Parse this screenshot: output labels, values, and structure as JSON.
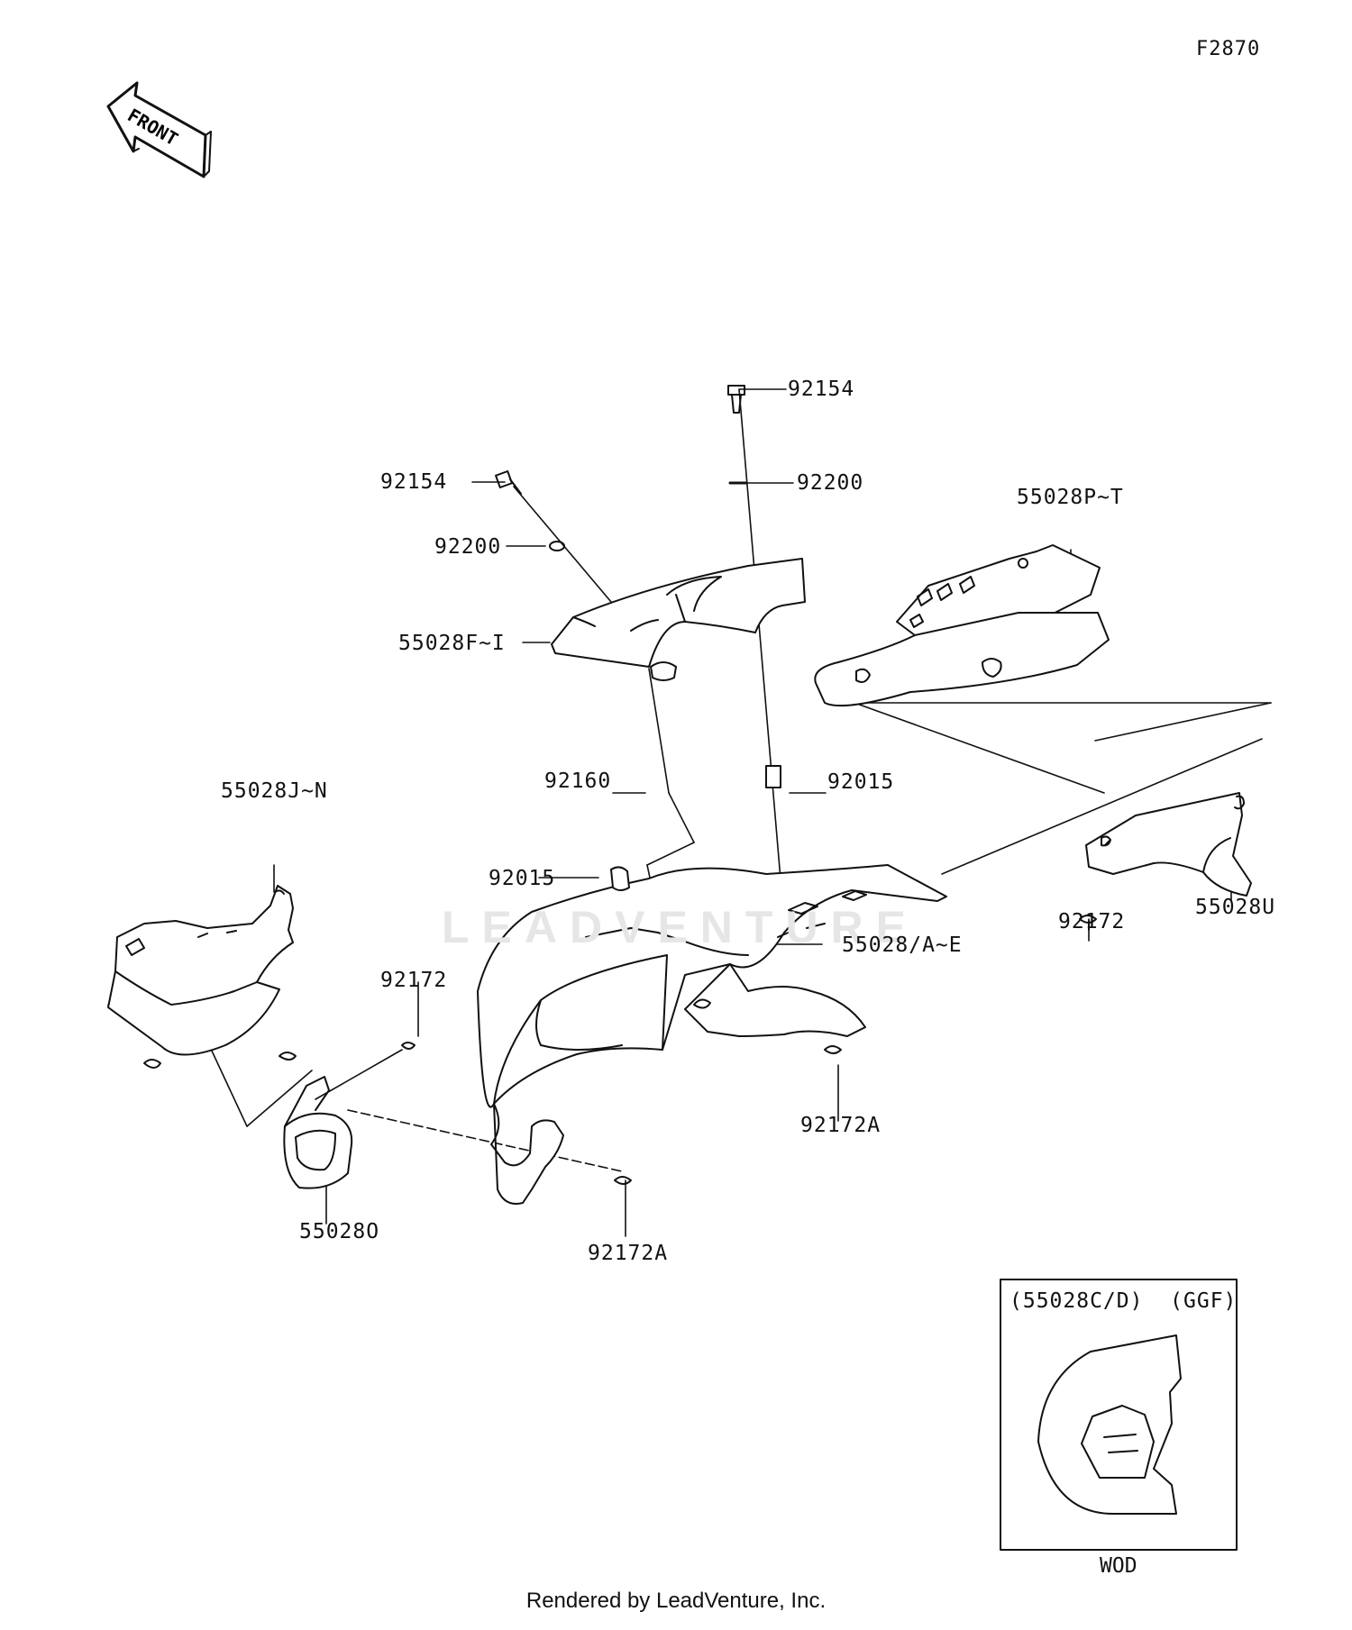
{
  "figure_id": "F2870",
  "front_arrow_label": "FRONT",
  "watermark_text": "LEADVENTURE",
  "parts": {
    "bolt_top": "92154",
    "washer_top": "92200",
    "bolt_left": "92154",
    "washer_left": "92200",
    "upper_cowl": "55028F~I",
    "side_cover_right": "55028P~T",
    "grommet": "92160",
    "nut_center": "92015",
    "nut_left": "92015",
    "side_cover_left": "55028J~N",
    "main_cowl": "55028/A~E",
    "screw_right": "92172",
    "bracket_right": "55028U",
    "screw_left": "92172",
    "screw_center_right": "92172A",
    "bracket_left": "55028O",
    "screw_bottom": "92172A"
  },
  "inset": {
    "title": "(55028C/D)  (GGF)",
    "caption": "WOD"
  },
  "footer": "Rendered by LeadVenture, Inc."
}
